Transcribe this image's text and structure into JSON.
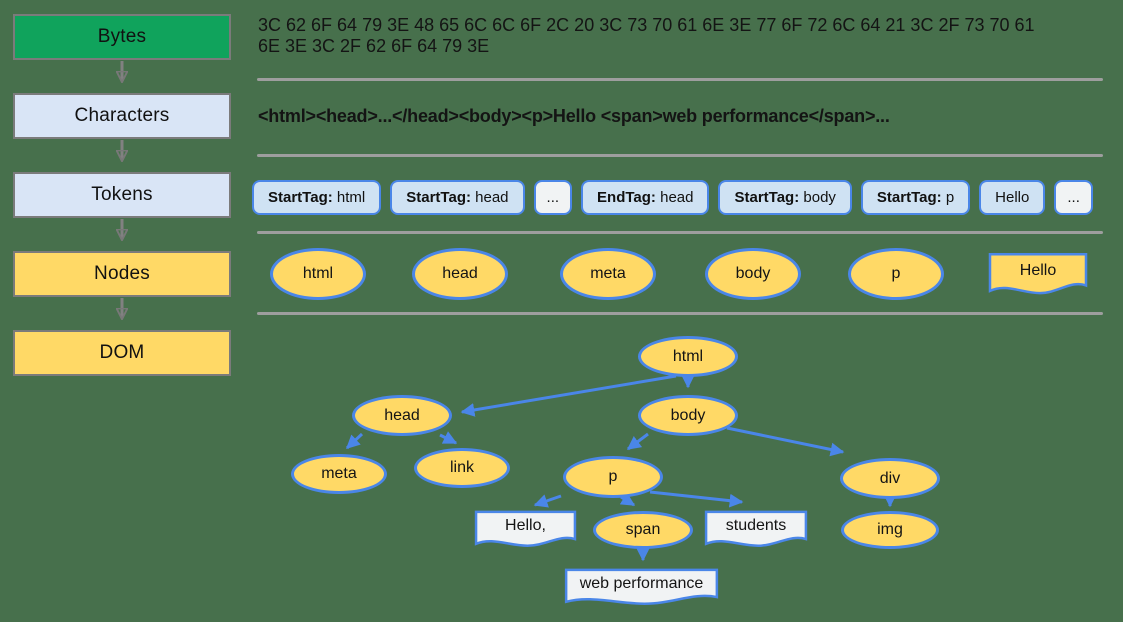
{
  "colors": {
    "background": "#47704c",
    "stage_green": "#10a35c",
    "stage_blue": "#d9e5f6",
    "stage_yellow": "#ffd966",
    "token_fill": "#cfe2f3",
    "token_light_fill": "#f1f3f4",
    "shape_border_blue": "#4a86e8",
    "box_border_gray": "#7b7b7b",
    "divider_gray": "#9e9e9e",
    "text": "#141414"
  },
  "pipeline": {
    "stages": [
      {
        "label": "Bytes"
      },
      {
        "label": "Characters"
      },
      {
        "label": "Tokens"
      },
      {
        "label": "Nodes"
      },
      {
        "label": "DOM"
      }
    ]
  },
  "bytes_row": {
    "text": "3C 62 6F 64 79 3E 48 65 6C 6C 6F 2C 20 3C 73 70 61 6E 3E 77 6F 72 6C 64 21 3C 2F 73 70 61\n6E 3E 3C 2F 62 6F 64 79 3E"
  },
  "characters_row": {
    "text": "<html><head>...</head><body><p>Hello <span>web performance</span>..."
  },
  "tokens_row": {
    "items": [
      {
        "bold": "StartTag:",
        "rest": " html"
      },
      {
        "bold": "",
        "rest": "..."
      },
      {
        "bold": "StartTag:",
        "rest": " head"
      },
      {
        "bold": "EndTag:",
        "rest": " head"
      },
      {
        "bold": "StartTag:",
        "rest": " body"
      },
      {
        "bold": "StartTag:",
        "rest": " p"
      },
      {
        "bold": "",
        "rest": "Hello"
      },
      {
        "bold": "",
        "rest": "..."
      }
    ]
  },
  "nodes_row": {
    "ellipses": [
      "html",
      "head",
      "meta",
      "body",
      "p"
    ],
    "doc": "Hello"
  },
  "dom_tree": {
    "nodes": {
      "html": "html",
      "head": "head",
      "body": "body",
      "meta": "meta",
      "link": "link",
      "p": "p",
      "div": "div",
      "span": "span",
      "img": "img",
      "hello": "Hello,",
      "students": "students",
      "webperf": "web performance"
    }
  }
}
